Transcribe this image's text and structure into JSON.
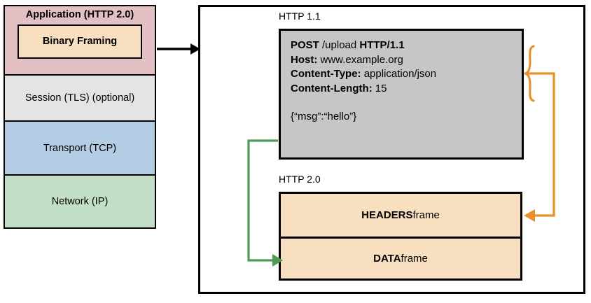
{
  "colors": {
    "application_layer": "#e3c0c3",
    "binary_framing": "#f7dfc0",
    "session_layer": "#e4e4e4",
    "transport_layer": "#b4cde4",
    "network_layer": "#c3dfc8",
    "http11_body": "#c6c6c6",
    "http20_frame": "#f7dfc0",
    "orange_connector": "#e8912d",
    "green_connector": "#4f9a56",
    "stroke": "#000000"
  },
  "stack": {
    "layers": [
      {
        "label": "Application (HTTP 2.0)",
        "inner_label": "Binary Framing"
      },
      {
        "label": "Session (TLS) (optional)"
      },
      {
        "label": "Transport (TCP)"
      },
      {
        "label": "Network (IP)"
      }
    ]
  },
  "http11": {
    "label": "HTTP 1.1",
    "request_lines": [
      {
        "bold": "POST",
        "normal": " /upload ",
        "bold2": "HTTP/1.1"
      },
      {
        "bold": "Host:",
        "normal": " www.example.org"
      },
      {
        "bold": "Content-Type:",
        "normal": " application/json"
      },
      {
        "bold": "Content-Length:",
        "normal": " 15"
      }
    ],
    "body": "{“msg”:“hello”}"
  },
  "http20": {
    "label": "HTTP 2.0",
    "frames": [
      {
        "bold": "HEADERS",
        "normal": " frame"
      },
      {
        "bold": "DATA",
        "normal": " frame"
      }
    ]
  },
  "connectors": {
    "stack_to_box": "black-arrow-right",
    "headers_brace": "orange-curly-brace",
    "headers_arrow": "orange-arrow-to-headers-frame",
    "body_arrow": "green-arrow-to-data-frame"
  }
}
